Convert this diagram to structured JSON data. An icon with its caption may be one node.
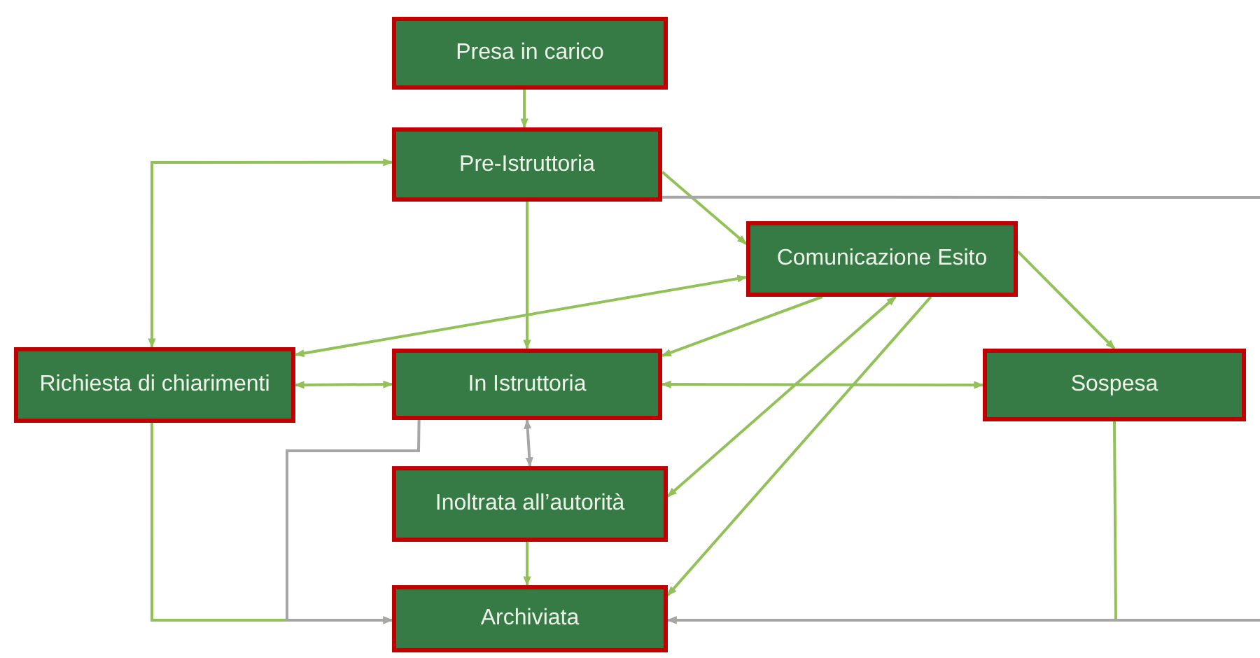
{
  "diagram": {
    "nodes": [
      {
        "text": [
          "Presa in carico"
        ]
      },
      {
        "text": [
          "Pre-Istruttoria"
        ]
      },
      {
        "text": [
          "Comunicazione Esito"
        ]
      },
      {
        "text": [
          "Richiesta di chiarimenti"
        ]
      },
      {
        "text": [
          "In Istruttoria"
        ]
      },
      {
        "text": [
          "Sospesa"
        ]
      },
      {
        "text": [
          "Inoltrata all’autorità"
        ]
      },
      {
        "text": [
          "Archiviata"
        ]
      }
    ],
    "edges": [
      {
        "from": 0,
        "to": 1,
        "arrow": "to"
      },
      {
        "from": 3,
        "to": 1,
        "arrow": "both"
      },
      {
        "from": 1,
        "to": 4,
        "arrow": "to"
      },
      {
        "from": 1,
        "to": 2,
        "arrow": "to"
      },
      {
        "from": 3,
        "to": 2,
        "arrow": "both"
      },
      {
        "from": 2,
        "to": 4,
        "arrow": "to"
      },
      {
        "from": 3,
        "to": 4,
        "arrow": "both"
      },
      {
        "from": 4,
        "to": 5,
        "arrow": "both"
      },
      {
        "from": 2,
        "to": 5,
        "arrow": "to"
      },
      {
        "from": 4,
        "to": 6,
        "arrow": "both",
        "color": "#a6a6a6"
      },
      {
        "from": 6,
        "to": 2,
        "arrow": "both"
      },
      {
        "from": 2,
        "to": 7,
        "arrow": "to"
      },
      {
        "from": 6,
        "to": 7,
        "arrow": "to"
      },
      {
        "from": 3,
        "to": 7,
        "arrow": "to"
      },
      {
        "from": 4,
        "to": 7,
        "arrow": "to",
        "color": "#a6a6a6"
      },
      {
        "from": 5,
        "to": 7,
        "arrow": "to"
      },
      {
        "from": 1,
        "to": null,
        "arrow": "none",
        "color": "#a6a6a6"
      },
      {
        "from": null,
        "to": 7,
        "arrow": "to",
        "color": "#a6a6a6"
      }
    ]
  }
}
